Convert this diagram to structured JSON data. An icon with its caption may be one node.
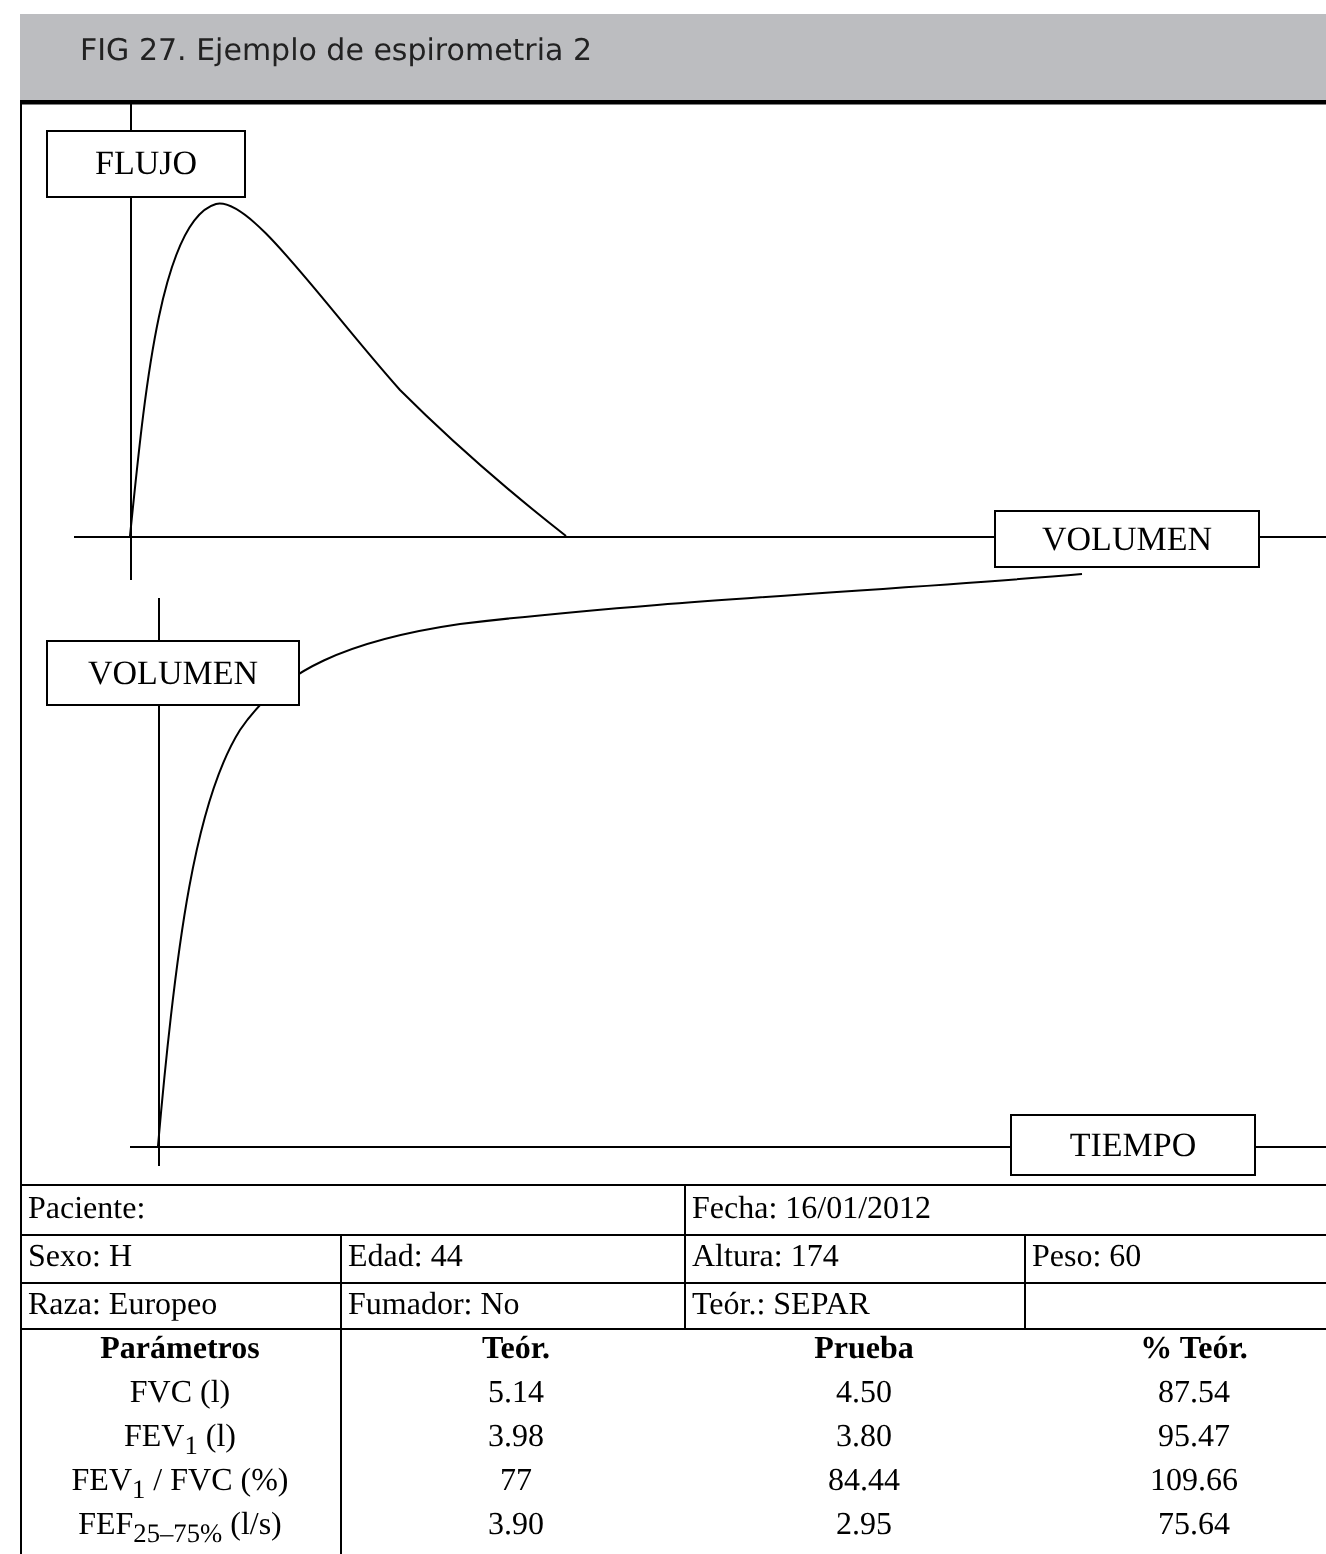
{
  "diagram": {
    "title": "FIG 27. Ejemplo de espirometria 2",
    "nodes": [
      {
        "text": [
          "FLUJO"
        ]
      },
      {
        "text": [
          "VOLUMEN"
        ]
      },
      {
        "text": [
          "VOLUMEN"
        ]
      },
      {
        "text": [
          "TIEMPO"
        ]
      }
    ],
    "labels": [
      "Paciente:",
      "Fecha: 16/01/2012",
      "Sexo: H",
      "Edad: 44",
      "Altura: 174",
      "Peso: 60",
      "Raza: Europeo",
      "Fumador: No",
      "Teór.: SEPAR",
      "Parámetros",
      "Teór.",
      "Prueba",
      "% Teór.",
      "FVC (l)",
      "5.14",
      "4.50",
      "87.54",
      "FEV$_{1}$ (l)",
      "3.98",
      "3.80",
      "95.47",
      "FEV$_{1}$ / FVC (%)",
      "77",
      "84.44",
      "109.66",
      "FEF$_{25–75%}$ (l/s)",
      "3.90",
      "2.95",
      "75.64"
    ]
  }
}
